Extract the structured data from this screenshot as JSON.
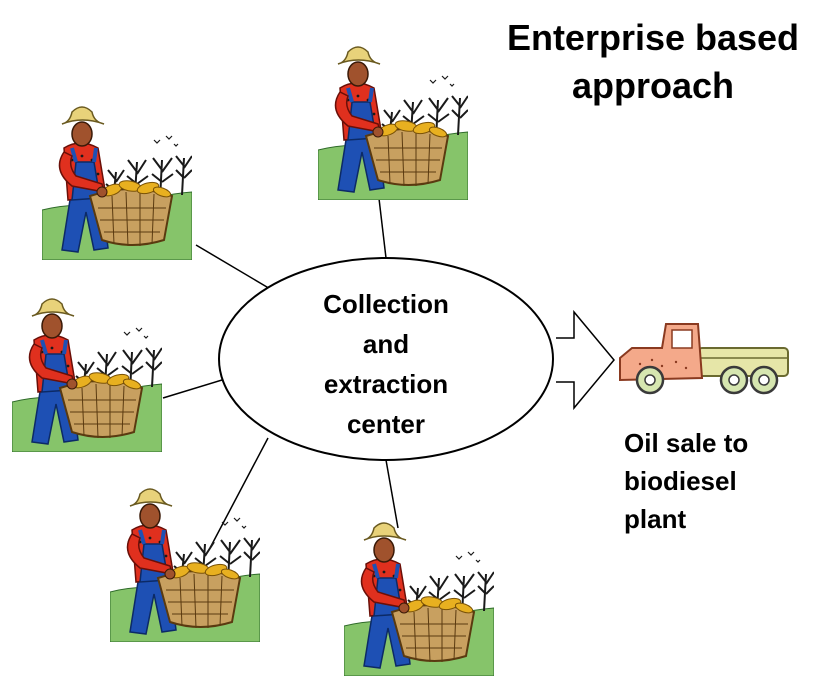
{
  "title": {
    "line1": "Enterprise based",
    "line2": "approach"
  },
  "center": {
    "line1": "Collection",
    "line2": "and",
    "line3": "extraction",
    "line4": "center"
  },
  "output": {
    "line1": "Oil sale to",
    "line2": "biodiesel",
    "line3": "plant"
  },
  "icons": {
    "farmer": "farmer-with-basket-icon",
    "truck": "pickup-truck-icon",
    "arrow": "outline-arrow"
  },
  "colors": {
    "shirt": "#e0301e",
    "overalls": "#1e50b4",
    "hat": "#e8d27a",
    "skin": "#a0522d",
    "grass": "#86c46a",
    "basket": "#c8a060",
    "truck_cab": "#f4a98a",
    "truck_bed": "#e6e6a8"
  }
}
